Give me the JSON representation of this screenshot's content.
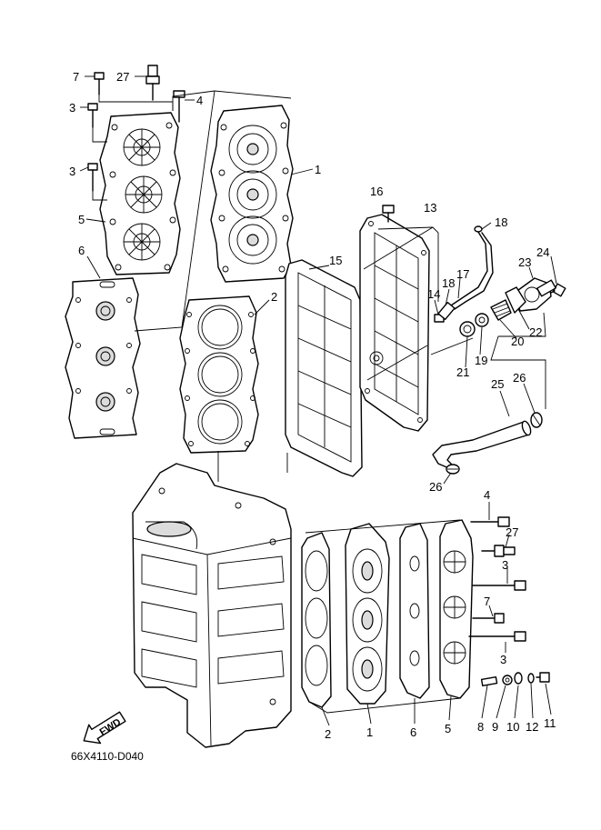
{
  "diagram_code": "66X4110-D040",
  "fwd_label": "FWD",
  "callouts": [
    {
      "id": "c7a",
      "text": "7"
    },
    {
      "id": "c27a",
      "text": "27"
    },
    {
      "id": "c4a",
      "text": "4"
    },
    {
      "id": "c3a",
      "text": "3"
    },
    {
      "id": "c3b",
      "text": "3"
    },
    {
      "id": "c5a",
      "text": "5"
    },
    {
      "id": "c6a",
      "text": "6"
    },
    {
      "id": "c1a",
      "text": "1"
    },
    {
      "id": "c2a",
      "text": "2"
    },
    {
      "id": "c16",
      "text": "16"
    },
    {
      "id": "c13",
      "text": "13"
    },
    {
      "id": "c18a",
      "text": "18"
    },
    {
      "id": "c15",
      "text": "15"
    },
    {
      "id": "c14",
      "text": "14"
    },
    {
      "id": "c18b",
      "text": "18"
    },
    {
      "id": "c17",
      "text": "17"
    },
    {
      "id": "c24",
      "text": "24"
    },
    {
      "id": "c23",
      "text": "23"
    },
    {
      "id": "c22",
      "text": "22"
    },
    {
      "id": "c20",
      "text": "20"
    },
    {
      "id": "c19",
      "text": "19"
    },
    {
      "id": "c21",
      "text": "21"
    },
    {
      "id": "c25",
      "text": "25"
    },
    {
      "id": "c26a",
      "text": "26"
    },
    {
      "id": "c26b",
      "text": "26"
    },
    {
      "id": "c4b",
      "text": "4"
    },
    {
      "id": "c27b",
      "text": "27"
    },
    {
      "id": "c3c",
      "text": "3"
    },
    {
      "id": "c7b",
      "text": "7"
    },
    {
      "id": "c3d",
      "text": "3"
    },
    {
      "id": "c2b",
      "text": "2"
    },
    {
      "id": "c1b",
      "text": "1"
    },
    {
      "id": "c6b",
      "text": "6"
    },
    {
      "id": "c5b",
      "text": "5"
    },
    {
      "id": "c8",
      "text": "8"
    },
    {
      "id": "c9",
      "text": "9"
    },
    {
      "id": "c10",
      "text": "10"
    },
    {
      "id": "c12",
      "text": "12"
    },
    {
      "id": "c11",
      "text": "11"
    }
  ]
}
